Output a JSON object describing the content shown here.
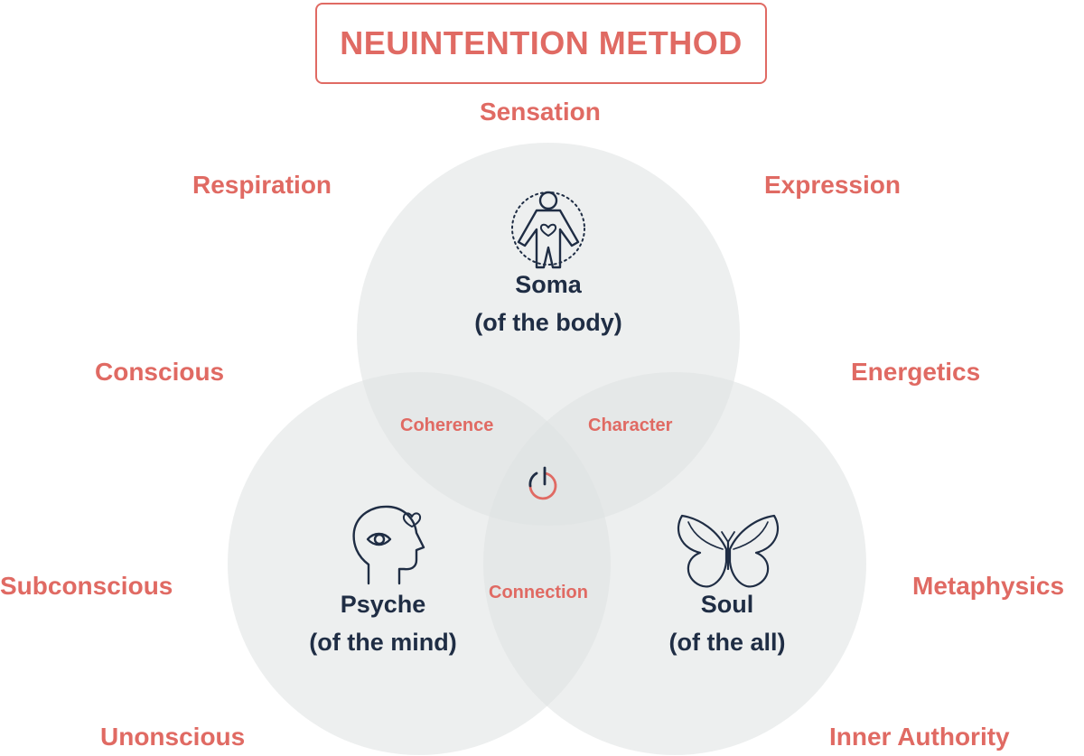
{
  "title": "NEUINTENTION METHOD",
  "outer_labels": {
    "sensation": "Sensation",
    "respiration": "Respiration",
    "expression": "Expression",
    "conscious": "Conscious",
    "energetics": "Energetics",
    "subconscious": "Subconscious",
    "metaphysics": "Metaphysics",
    "unonscious": "Unonscious",
    "inner_authority": "Inner Authority"
  },
  "circles": {
    "soma": {
      "name": "Soma",
      "subtitle": "(of the body)",
      "icon": "human-body-heart-icon"
    },
    "psyche": {
      "name": "Psyche",
      "subtitle": "(of the mind)",
      "icon": "head-eye-heart-icon"
    },
    "soul": {
      "name": "Soul",
      "subtitle": "(of the all)",
      "icon": "butterfly-icon"
    }
  },
  "overlaps": {
    "coherence": "Coherence",
    "character": "Character",
    "connection": "Connection"
  },
  "center_icon": "power-icon",
  "colors": {
    "accent": "#e06a63",
    "dark_text": "#1f2d44",
    "circle_fill": "#e9ebeb"
  }
}
